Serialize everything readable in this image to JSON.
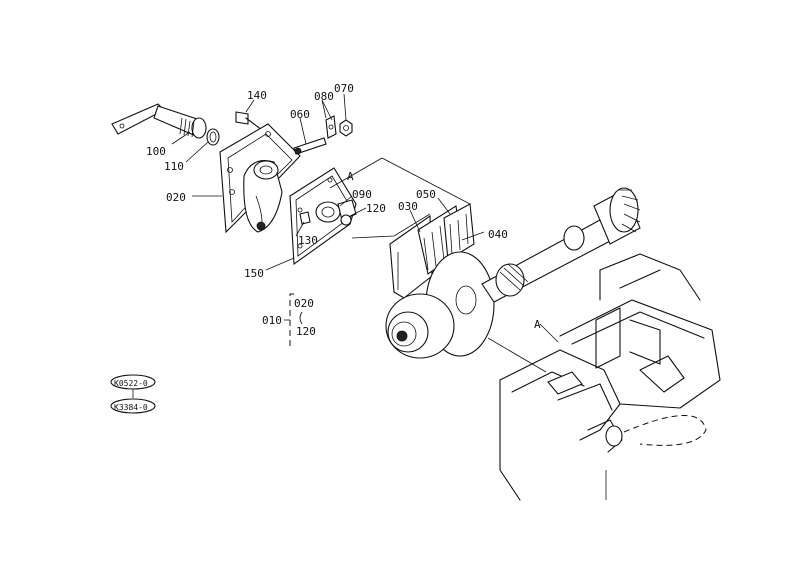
{
  "callouts": {
    "p010": "010",
    "p020a": "020",
    "p020b": "020",
    "p030": "030",
    "p040": "040",
    "p050": "050",
    "p060": "060",
    "p070": "070",
    "p080": "080",
    "p090": "090",
    "p100": "100",
    "p110": "110",
    "p120a": "120",
    "p120b": "120",
    "p130": "130",
    "p140": "140",
    "p150": "150",
    "refA1": "A",
    "refA2": "A"
  },
  "badges": {
    "top": "K0522-0",
    "bottom": "K3384-0"
  }
}
